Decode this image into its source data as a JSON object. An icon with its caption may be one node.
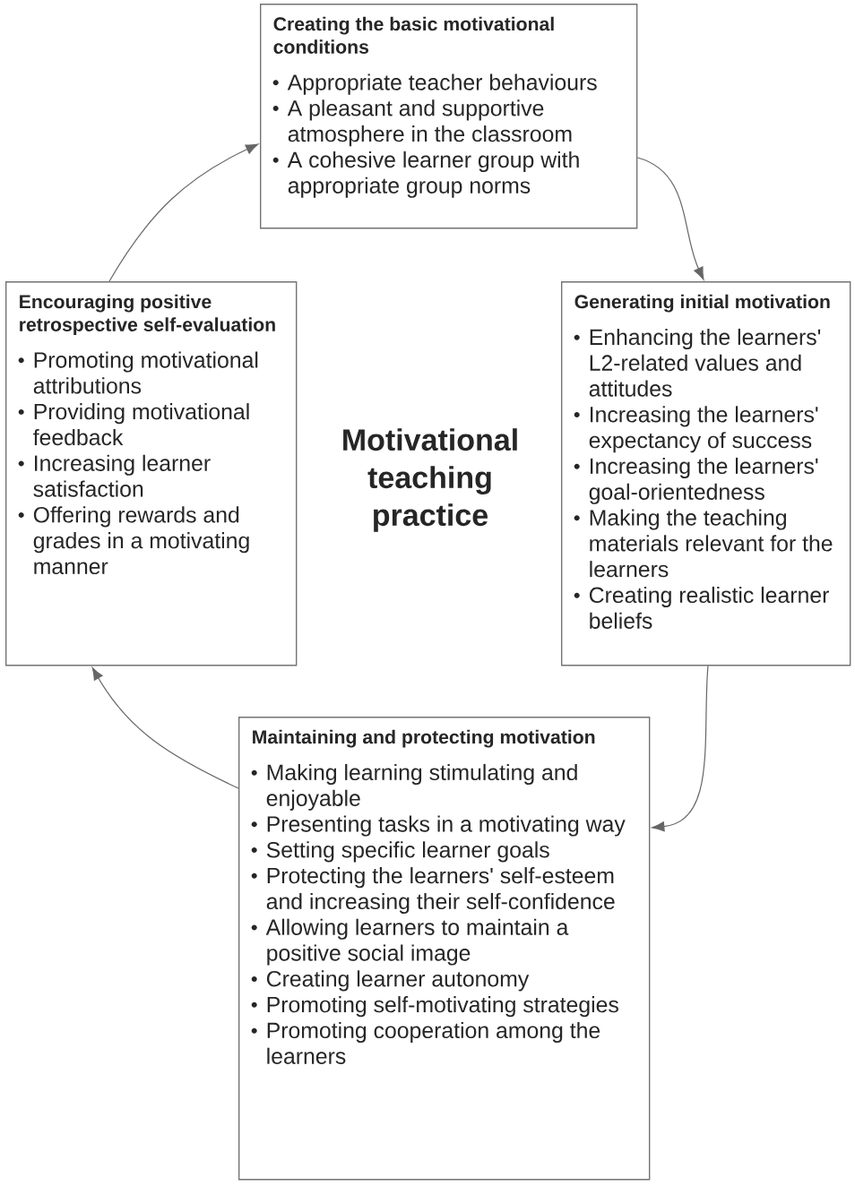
{
  "diagram": {
    "nodes": [
      {
        "text": [
          "Creating the basic motivational conditions",
          "Appropriate teacher behaviours",
          "A pleasant and supportive atmosphere in the classroom",
          "A cohesive learner group with appropriate group norms"
        ]
      },
      {
        "text": [
          "Encouraging positive retrospective self-evaluation",
          "Promoting motivational attributions",
          "Providing motivational feedback",
          "Increasing learner satisfaction",
          "Offering rewards and grades in a motivating manner"
        ]
      },
      {
        "text": [
          "Generating initial motivation",
          "Enhancing the learners' L2-related values and attitudes",
          "Increasing the learners' expectancy of success",
          "Increasing the learners' goal-orientedness",
          "Making the teaching materials relevant for the learners",
          "Creating realistic learner beliefs"
        ]
      },
      {
        "text": [
          "Maintaining and protecting motivation",
          "Making learning stimulating and enjoyable",
          "Presenting tasks in a motivating way",
          "Setting specific learner goals",
          "Protecting the learners' self-esteem and increasing their self-confidence",
          "Allowing learners to maintain a positive social image",
          "Creating learner autonomy",
          "Promoting self-motivating strategies",
          "Promoting cooperation among the learners"
        ]
      }
    ],
    "edges": [
      {
        "from": 0,
        "to": 2,
        "arrow": "to"
      },
      {
        "from": 2,
        "to": 3,
        "arrow": "to"
      },
      {
        "from": 3,
        "to": 1,
        "arrow": "to"
      },
      {
        "from": 1,
        "to": 0,
        "arrow": "to"
      }
    ],
    "labels": [
      "Motivational teaching practice"
    ]
  }
}
